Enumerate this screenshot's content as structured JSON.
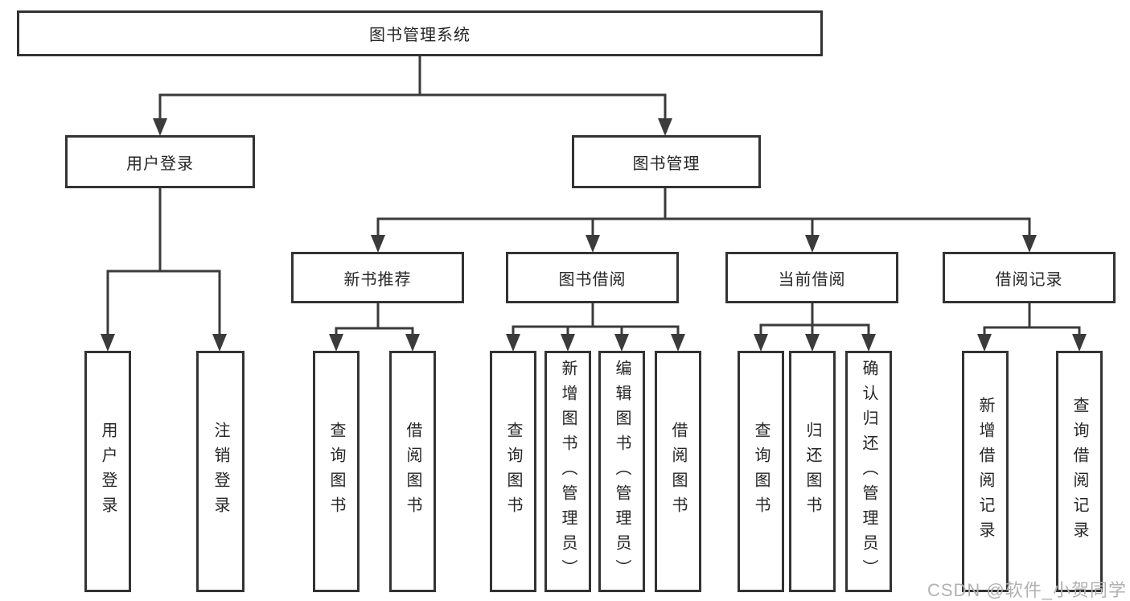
{
  "diagram": {
    "title": "图书管理系统",
    "root": {
      "label": "图书管理系统"
    },
    "level2": {
      "user_login": {
        "label": "用户登录"
      },
      "book_management": {
        "label": "图书管理"
      }
    },
    "level3": {
      "new_book_recommend": {
        "label": "新书推荐"
      },
      "book_borrow": {
        "label": "图书借阅"
      },
      "current_borrow": {
        "label": "当前借阅"
      },
      "borrow_records": {
        "label": "借阅记录"
      }
    },
    "leaves": {
      "user_login": [
        "用户登录",
        "注销登录"
      ],
      "new_book_recommend": [
        "查询图书",
        "借阅图书"
      ],
      "book_borrow": [
        "查询图书",
        "新增图书（管理员）",
        "编辑图书（管理员）",
        "借阅图书"
      ],
      "current_borrow": [
        "查询图书",
        "归还图书",
        "确认归还（管理员）"
      ],
      "borrow_records": [
        "新增借阅记录",
        "查询借阅记录"
      ]
    }
  },
  "watermark": {
    "text": "CSDN @软件_小贺同学"
  },
  "colors": {
    "line": "#3b3b3b",
    "border": "#333333",
    "text": "#262626",
    "watermark": "#b2b2b2",
    "background": "#ffffff"
  }
}
